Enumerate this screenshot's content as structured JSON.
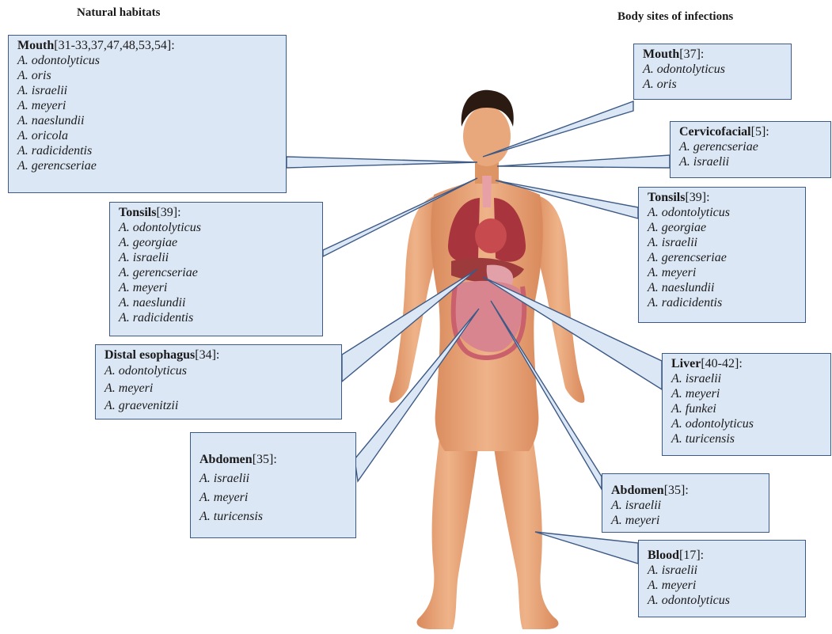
{
  "headings": {
    "left": "Natural habitats",
    "right": "Body sites of infections"
  },
  "colors": {
    "callout_fill": "#dce7f5",
    "callout_border": "#3d5a86",
    "skin": "#e8a070",
    "organs": "#b8404a",
    "hair": "#2b1a12"
  },
  "callouts": [
    {
      "id": "habitat-mouth",
      "label": "Mouth",
      "ref": "[31-33,37,47,48,53,54]:",
      "species": [
        "A. odontolyticus",
        "A. oris",
        "A. israelii",
        "A. meyeri",
        "A. naeslundii",
        "A. oricola",
        "A. radicidentis",
        "A. gerencseriae"
      ]
    },
    {
      "id": "habitat-tonsils",
      "label": "Tonsils",
      "ref": "[39]:",
      "species": [
        "A. odontolyticus",
        "A. georgiae",
        "A. israelii",
        "A. gerencseriae",
        "A. meyeri",
        "A. naeslundii",
        "A. radicidentis"
      ]
    },
    {
      "id": "habitat-distal-esophagus",
      "label": "Distal esophagus",
      "ref": "[34]:",
      "species": [
        "A. odontolyticus",
        "A. meyeri",
        "A. graevenitzii"
      ]
    },
    {
      "id": "habitat-abdomen",
      "label": "Abdomen",
      "ref": "[35]:",
      "species": [
        "A. israelii",
        "A. meyeri",
        "A. turicensis"
      ]
    },
    {
      "id": "infection-mouth",
      "label": "Mouth",
      "ref": "[37]:",
      "species": [
        "A. odontolyticus",
        "A. oris"
      ]
    },
    {
      "id": "infection-cervicofacial",
      "label": "Cervicofacial",
      "ref": "[5]:",
      "species": [
        "A. gerencseriae",
        "A. israelii"
      ]
    },
    {
      "id": "infection-tonsils",
      "label": "Tonsils",
      "ref": "[39]:",
      "species": [
        "A. odontolyticus",
        "A. georgiae",
        "A. israelii",
        "A. gerencseriae",
        "A. meyeri",
        "A. naeslundii",
        "A. radicidentis"
      ]
    },
    {
      "id": "infection-liver",
      "label": "Liver",
      "ref": "[40-42]:",
      "species": [
        "A. israelii",
        "A. meyeri",
        "A. funkei",
        "A. odontolyticus",
        "A. turicensis"
      ]
    },
    {
      "id": "infection-abdomen",
      "label": "Abdomen",
      "ref": "[35]:",
      "species": [
        "A. israelii",
        "A. meyeri"
      ]
    },
    {
      "id": "infection-blood",
      "label": "Blood",
      "ref": "[17]:",
      "species": [
        "A. israelii",
        "A. meyeri",
        "A. odontolyticus"
      ]
    }
  ]
}
